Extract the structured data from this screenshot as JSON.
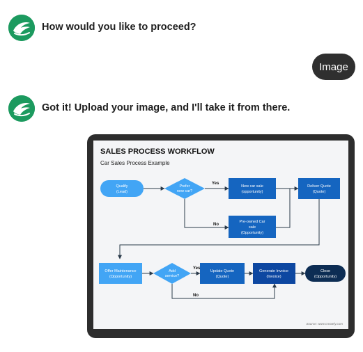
{
  "conversation": {
    "bot_message_1": "How would you like to proceed?",
    "user_message": "Image",
    "bot_message_2": "Got it! Upload your image, and I'll take it from there."
  },
  "uploaded_image": {
    "title": "SALES PROCESS WORKFLOW",
    "subtitle": "Car Sales Process Example",
    "source": "Source: www.creately.com",
    "nodes": {
      "qualify": [
        "Qualify",
        "(Lead)"
      ],
      "prefer_new": [
        "Prefer",
        "new car?"
      ],
      "new_car_sale": [
        "New car sale",
        "(opportunity)"
      ],
      "deliver_quote": [
        "Deliver Quote",
        "(Quote)"
      ],
      "preowned": [
        "Pre-owned Car",
        "sale",
        "(Opportunity)"
      ],
      "offer_maintenance": [
        "Offer Maintenance",
        "(Opportunity)"
      ],
      "add_service": [
        "Add",
        "service?"
      ],
      "update_quote": [
        "Update Quote",
        "(Quote)"
      ],
      "generate_invoice": [
        "Generate Invoice",
        "(Invoice)"
      ],
      "close": [
        "Close",
        "(Opportunity)"
      ]
    },
    "edge_labels": {
      "yes_1": "Yes",
      "no_1": "No",
      "yes_2": "Yes",
      "no_2": "No"
    }
  },
  "colors": {
    "avatar": "#1c9a5f",
    "bubble": "#2f2f2f",
    "light_blue": "#42a5f5",
    "mid_blue": "#1565c0",
    "navy": "#0d2d54"
  }
}
